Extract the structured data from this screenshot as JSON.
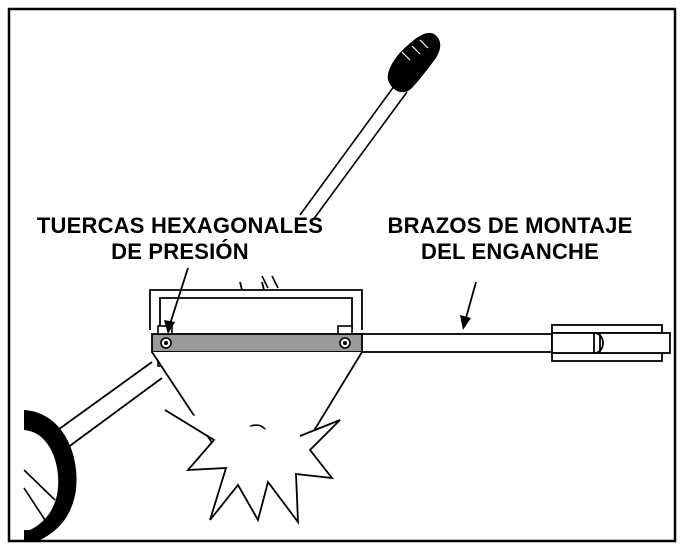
{
  "labels": {
    "hex_nuts": {
      "line1": "TUERCAS HEXAGONALES",
      "line2": "DE PRESIÓN"
    },
    "hitch_arms": {
      "line1": "BRAZOS DE MONTAJE",
      "line2": "DEL ENGANCHE"
    }
  },
  "colors": {
    "line": "#000000",
    "hitch_bar": "#9a9a9a",
    "handle_grip": "#000000",
    "background": "#ffffff"
  }
}
